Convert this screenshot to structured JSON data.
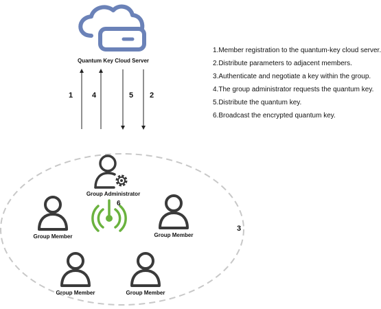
{
  "server": {
    "label": "Quantum Key Cloud Server",
    "icon": "cloud-server-icon"
  },
  "arrows": {
    "up_1": "1",
    "up_4": "4",
    "down_5": "5",
    "down_2": "2"
  },
  "steps": [
    "1.Member registration to the quantum-key cloud server.",
    "2.Distribute parameters to adjacent members.",
    "3.Authenticate and negotiate a key within the group.",
    "4.The group administrator requests the quantum key.",
    "5.Distribute the quantum key.",
    "6.Broadcast the encrypted quantum key."
  ],
  "group": {
    "region_label": "3",
    "admin_label": "Group Administrator",
    "broadcast_label": "6",
    "members": [
      "Group Member",
      "Group Member",
      "Group Member",
      "Group Member"
    ]
  },
  "colors": {
    "cloud_blue": "#6b82b8",
    "person_dark": "#3a3a3a",
    "signal_green": "#6ab23e",
    "dashed_gray": "#c8c8c8"
  }
}
